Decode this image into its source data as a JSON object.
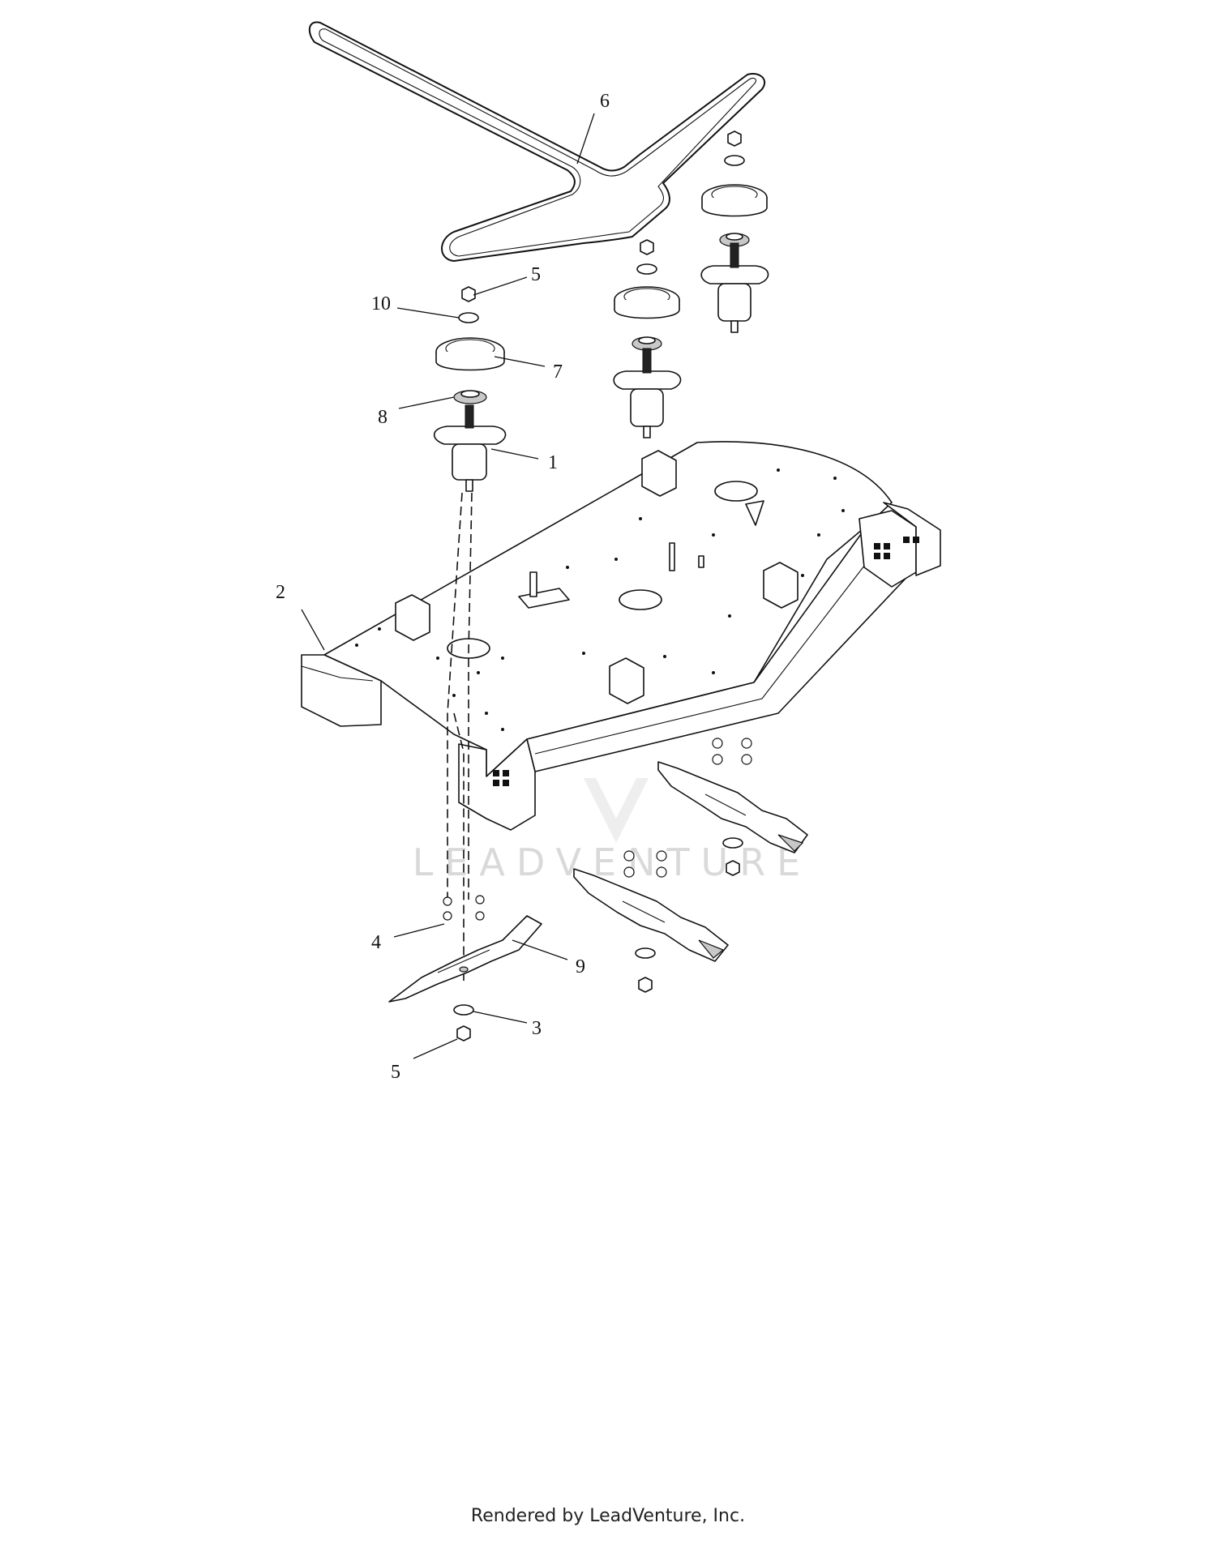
{
  "diagram": {
    "callouts": [
      {
        "id": "c6a",
        "label": "6"
      },
      {
        "id": "c5a",
        "label": "5"
      },
      {
        "id": "c10",
        "label": "10"
      },
      {
        "id": "c7",
        "label": "7"
      },
      {
        "id": "c8",
        "label": "8"
      },
      {
        "id": "c1",
        "label": "1"
      },
      {
        "id": "c2",
        "label": "2"
      },
      {
        "id": "c4",
        "label": "4"
      },
      {
        "id": "c9",
        "label": "9"
      },
      {
        "id": "c3",
        "label": "3"
      },
      {
        "id": "c5b",
        "label": "5"
      }
    ],
    "watermark": "LEADVENTURE",
    "footer": "Rendered by LeadVenture, Inc."
  }
}
